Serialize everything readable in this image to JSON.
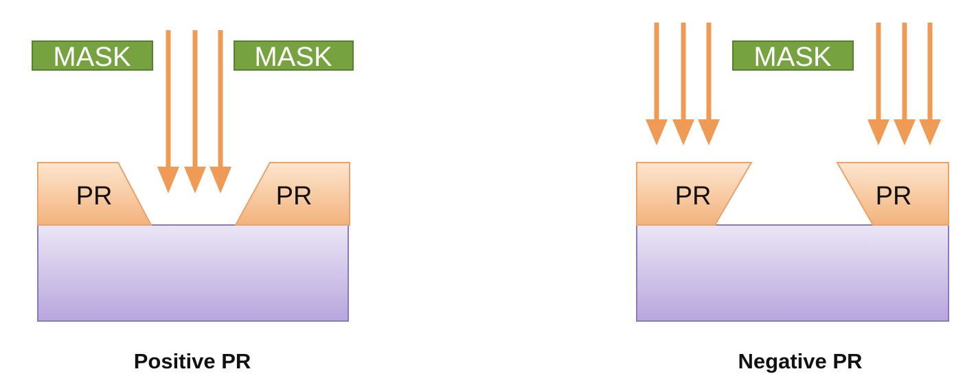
{
  "colors": {
    "mask_fill": "#76a240",
    "mask_border": "#56802d",
    "mask_text": "#ffffff",
    "light_arrow": "#ef9b55",
    "pr_top": "#fde6cf",
    "pr_bottom": "#f3b27c",
    "pr_border": "#e8a26b",
    "substrate_top": "#ebe6f6",
    "substrate_bottom": "#b8a6de",
    "substrate_border": "#8a7ab8"
  },
  "positive": {
    "mask_left": "MASK",
    "mask_right": "MASK",
    "pr_left": "PR",
    "pr_right": "PR",
    "caption": "Positive PR"
  },
  "negative": {
    "mask_center": "MASK",
    "pr_left": "PR",
    "pr_right": "PR",
    "caption": "Negative PR"
  }
}
